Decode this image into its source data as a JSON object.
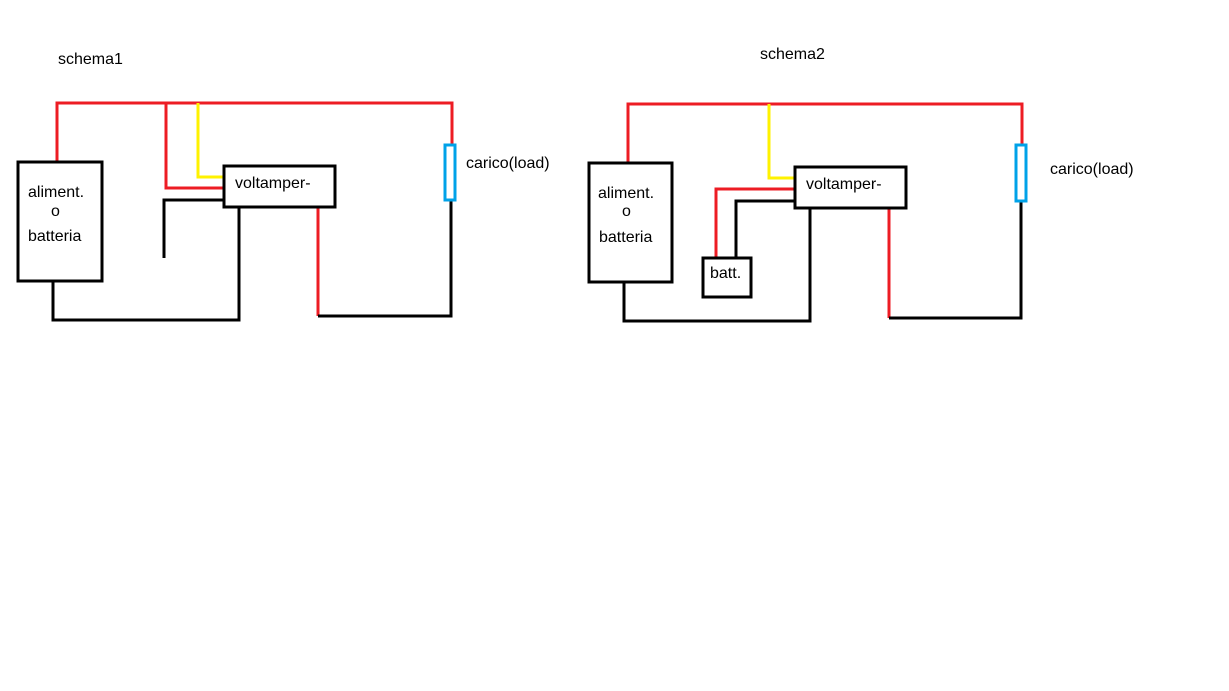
{
  "colors": {
    "background": "#ffffff",
    "positive_wire": "#ed1c24",
    "negative_wire": "#000000",
    "sense_wire": "#fff200",
    "load": "#00a2e8",
    "box_border": "#000000"
  },
  "schema1": {
    "title": "schema1",
    "supply_line1": "aliment.",
    "supply_line2": "o",
    "supply_line3": "batteria",
    "meter_label": "voltamper-",
    "load_label": "carico(load)"
  },
  "schema2": {
    "title": "schema2",
    "supply_line1": "aliment.",
    "supply_line2": "o",
    "supply_line3": "batteria",
    "meter_label": "voltamper-",
    "battery_label": "batt.",
    "load_label": "carico(load)"
  }
}
